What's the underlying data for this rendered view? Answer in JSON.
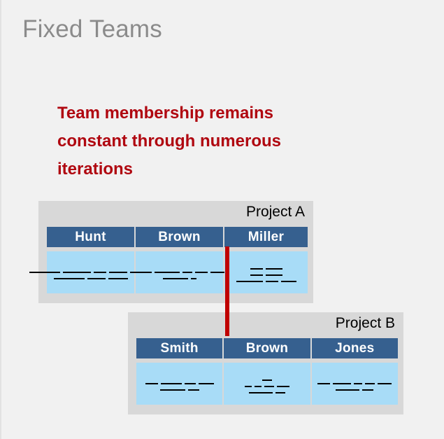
{
  "slide": {
    "title": "Fixed Teams",
    "callout_text": "Team membership remains constant through numerous iterations",
    "accent_color": "#b00710",
    "header_color": "#36608f",
    "card_color": "#a8dcf7",
    "panel_color": "#d8d8d8",
    "connector_color": "#c00000",
    "background_color": "#f1f1f1",
    "title_color": "#8b8b8b"
  },
  "projects": [
    {
      "label": "Project A",
      "members": [
        {
          "name": "Hunt",
          "scribbles": [
            [
              44,
              40,
              18,
              26,
              32
            ],
            [
              44,
              26,
              28
            ]
          ]
        },
        {
          "name": "Brown",
          "scribbles": [
            [
              30,
              36,
              14,
              18,
              26
            ],
            [
              36,
              8
            ]
          ]
        },
        {
          "name": "Miller",
          "scribbles": [
            [
              18,
              24
            ],
            [
              18,
              24
            ],
            [
              38,
              18,
              22
            ]
          ]
        }
      ]
    },
    {
      "label": "Project B",
      "members": [
        {
          "name": "Smith",
          "scribbles": [
            [
              18,
              30,
              16,
              22
            ],
            [
              36,
              16
            ]
          ]
        },
        {
          "name": "Brown",
          "scribbles": [
            [
              14
            ],
            [
              10,
              10,
              14,
              18
            ],
            [
              34,
              14
            ]
          ]
        },
        {
          "name": "Jones",
          "scribbles": [
            [
              18,
              26,
              12,
              14,
              20
            ],
            [
              34,
              16
            ]
          ]
        }
      ]
    }
  ],
  "connector": {
    "name": "shared-member-connector",
    "from": "Project A / Miller",
    "to": "Project B / Smith"
  }
}
